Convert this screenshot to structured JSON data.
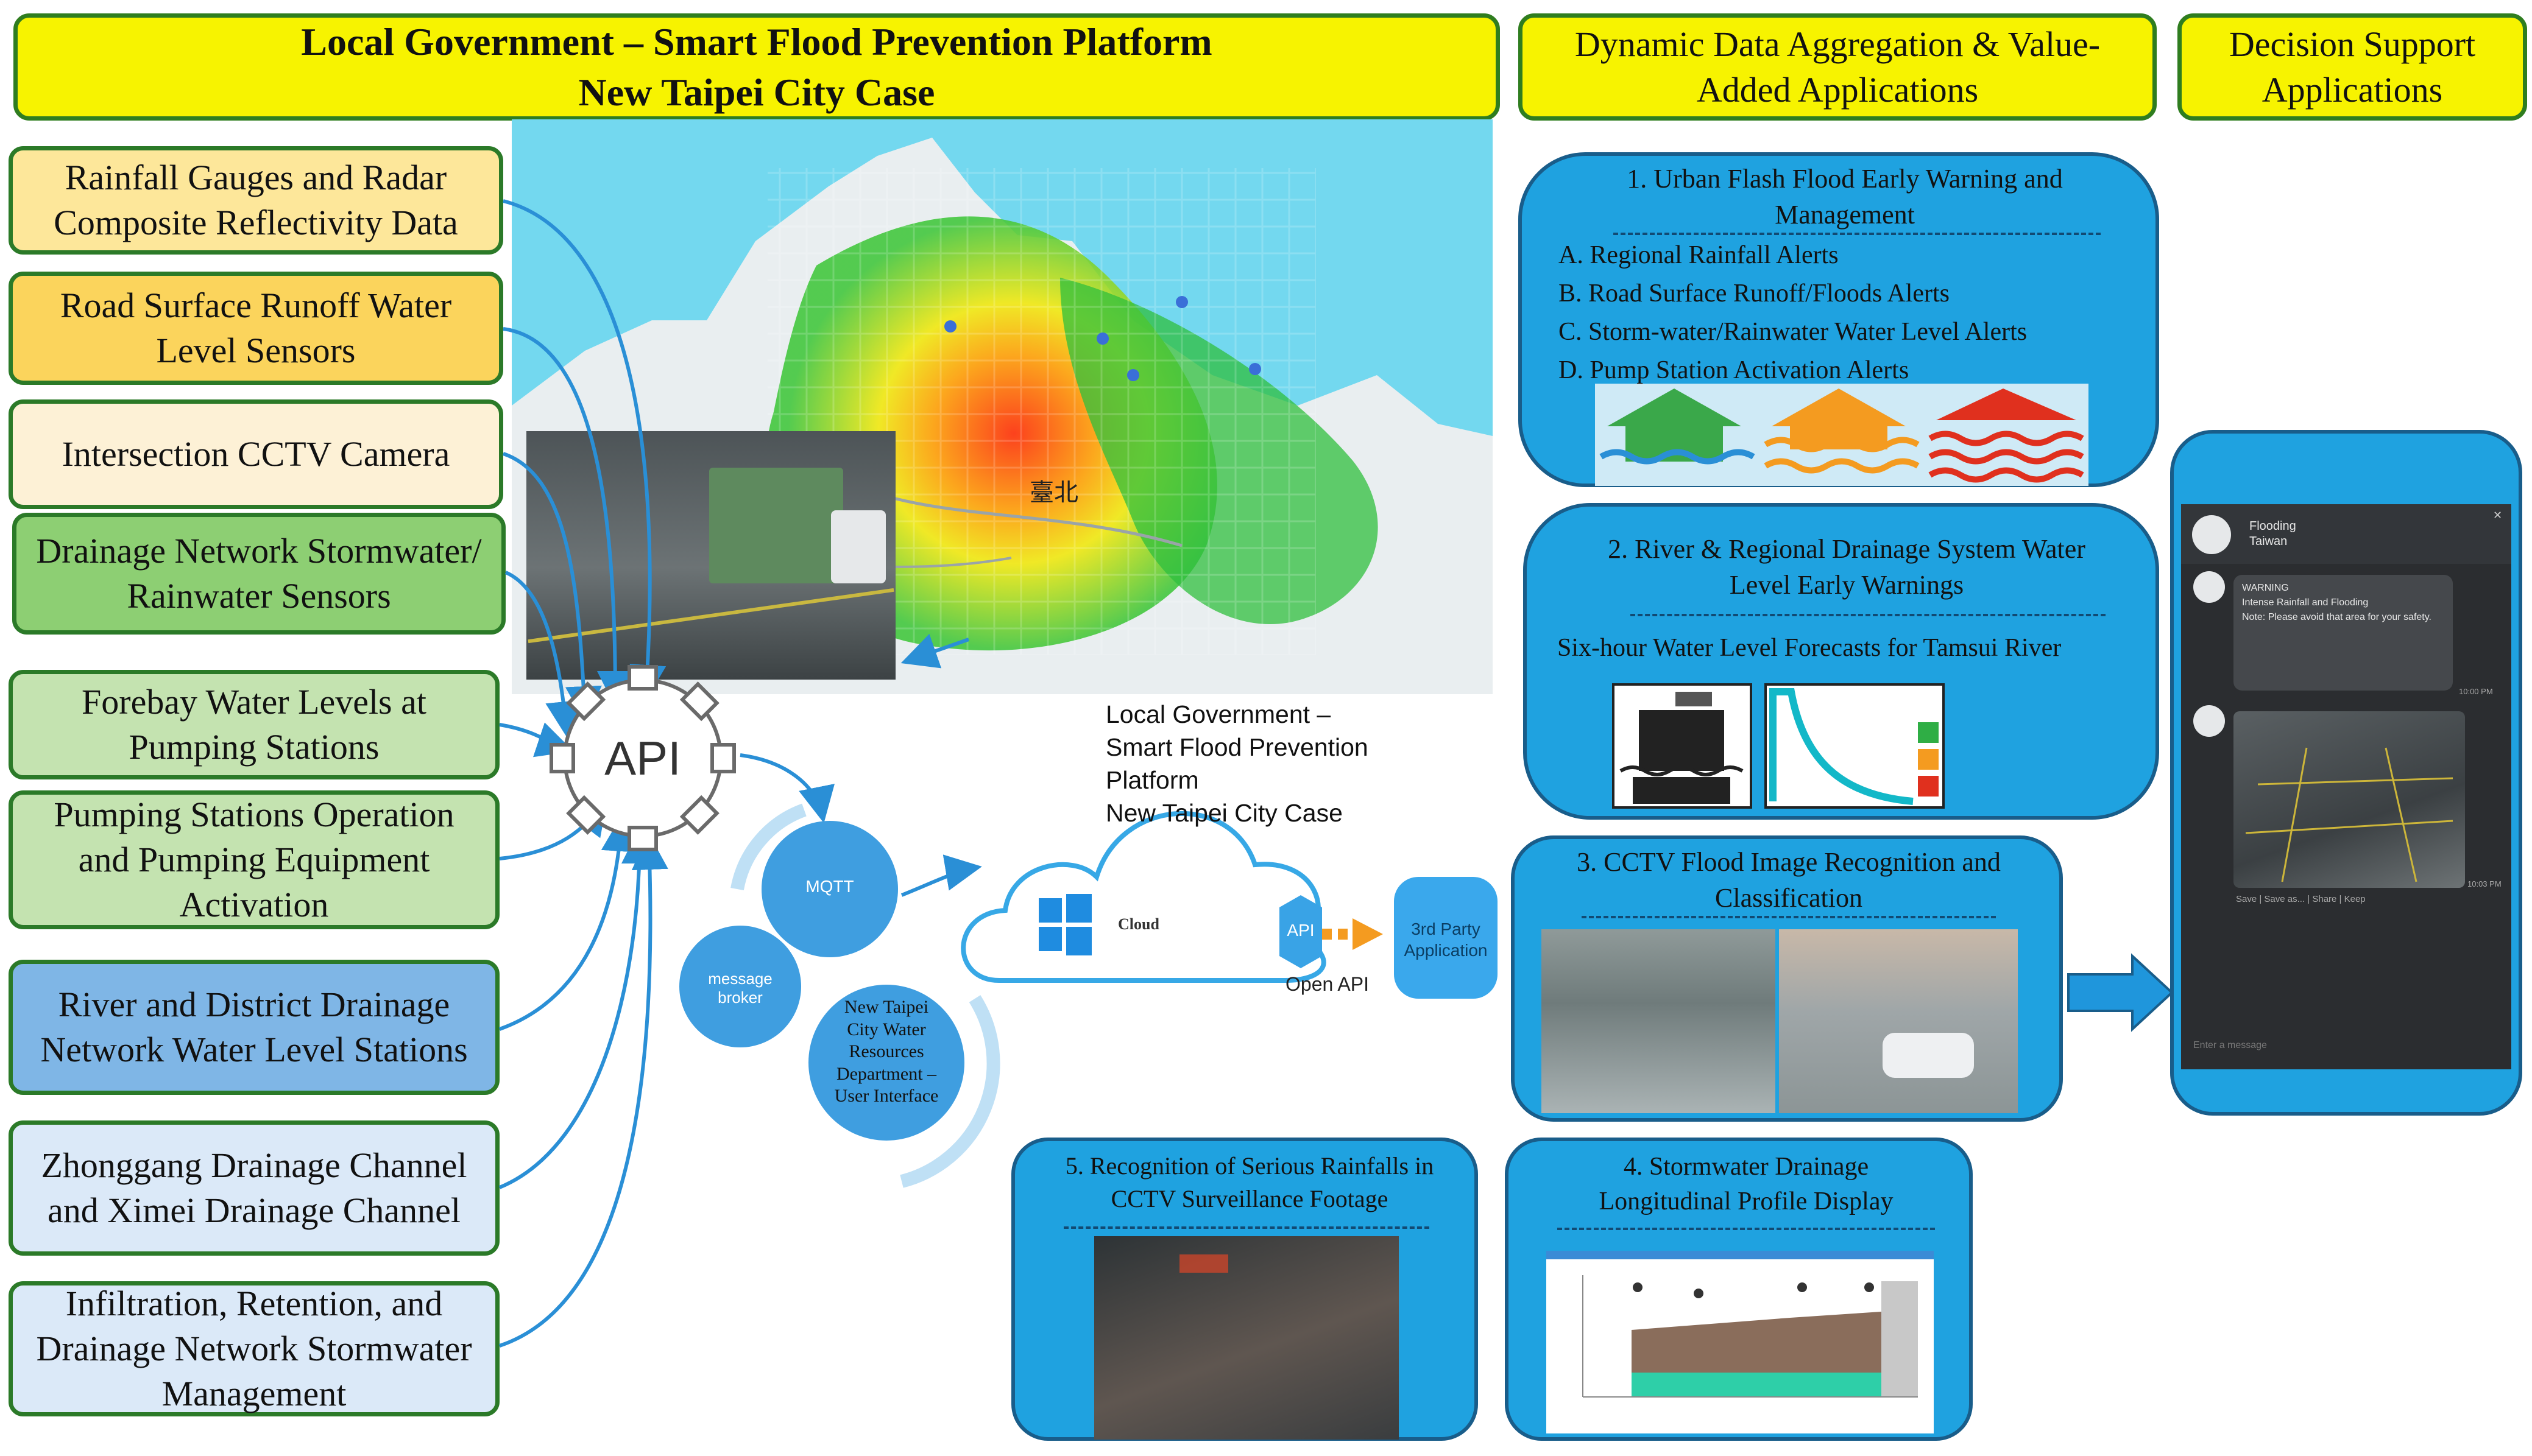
{
  "header": {
    "main_line1": "Local Government – Smart Flood Prevention Platform",
    "main_line2": "New Taipei City Case",
    "dynamic_line1": "Dynamic Data Aggregation & Value-",
    "dynamic_line2": "Added Applications",
    "decision_line1": "Decision Support",
    "decision_line2": "Applications"
  },
  "sources": [
    {
      "text": "Rainfall Gauges and Radar Composite Reflectivity Data",
      "color": "#fde79a"
    },
    {
      "text": "Road Surface Runoff Water Level Sensors",
      "color": "#fbd45c"
    },
    {
      "text": "Intersection CCTV Camera",
      "color": "#fdf1d6"
    },
    {
      "text": "Drainage Network Stormwater/ Rainwater Sensors",
      "color": "#8dcf73"
    },
    {
      "text": "Forebay Water Levels at Pumping Stations",
      "color": "#c4e3b0"
    },
    {
      "text": "Pumping Stations Operation and Pumping Equipment Activation",
      "color": "#c4e3b0"
    },
    {
      "text": "River and District Drainage Network Water Level Stations",
      "color": "#7fb6e6"
    },
    {
      "text": "Zhonggang Drainage Channel and Ximei Drainage Channel",
      "color": "#dbe9f8"
    },
    {
      "text": "Infiltration, Retention, and Drainage Network Stormwater Management",
      "color": "#dbe9f8"
    }
  ],
  "map": {
    "label": "臺北"
  },
  "middleware": {
    "api": "API",
    "mqtt": "MQTT",
    "broker_line1": "message",
    "broker_line2": "broker",
    "ui_line1": "New Taipei",
    "ui_line2": "City Water",
    "ui_line3": "Resources",
    "ui_line4": "Department –",
    "ui_line5": "User Interface"
  },
  "platform": {
    "line1": "Local Government –",
    "line2": "Smart Flood Prevention",
    "line3": "Platform",
    "line4": "New Taipei City Case"
  },
  "cloud": {
    "label": "Cloud",
    "api_badge": "API",
    "open_api": "Open API",
    "third_line1": "3rd Party",
    "third_line2": "Application"
  },
  "apps": {
    "a1": {
      "title": "1.  Urban Flash Flood Early Warning and Management",
      "items": [
        "A.  Regional Rainfall Alerts",
        "B.   Road Surface Runoff/Floods Alerts",
        "C.   Storm-water/Rainwater Water Level  Alerts",
        "D. Pump Station Activation Alerts"
      ]
    },
    "a2": {
      "title": "2.  River & Regional Drainage System Water Level Early Warnings",
      "sub": "Six-hour Water Level Forecasts for Tamsui River"
    },
    "a3": {
      "title": "3.  CCTV Flood Image Recognition and Classification"
    },
    "a4": {
      "title": "4.  Stormwater Drainage Longitudinal Profile Display"
    },
    "a5": {
      "title": "5.  Recognition of Serious Rainfalls in CCTV Surveillance Footage"
    }
  },
  "phone": {
    "channel_line1": "Flooding",
    "channel_line2": "Taiwan",
    "warning": "WARNING",
    "msg1": "Intense Rainfall and Flooding",
    "msg2": "Note: Please avoid that area for your safety.",
    "time1": "10:00 PM",
    "time2": "10:03 PM",
    "actions": "Save  |  Save as...  |  Share  |  Keep",
    "input": "Enter a message"
  },
  "colors": {
    "header_fill": "#f7f300",
    "header_border": "#2f7d1f",
    "app_fill": "#1fa2e0",
    "arrow": "#2a8fd6"
  }
}
